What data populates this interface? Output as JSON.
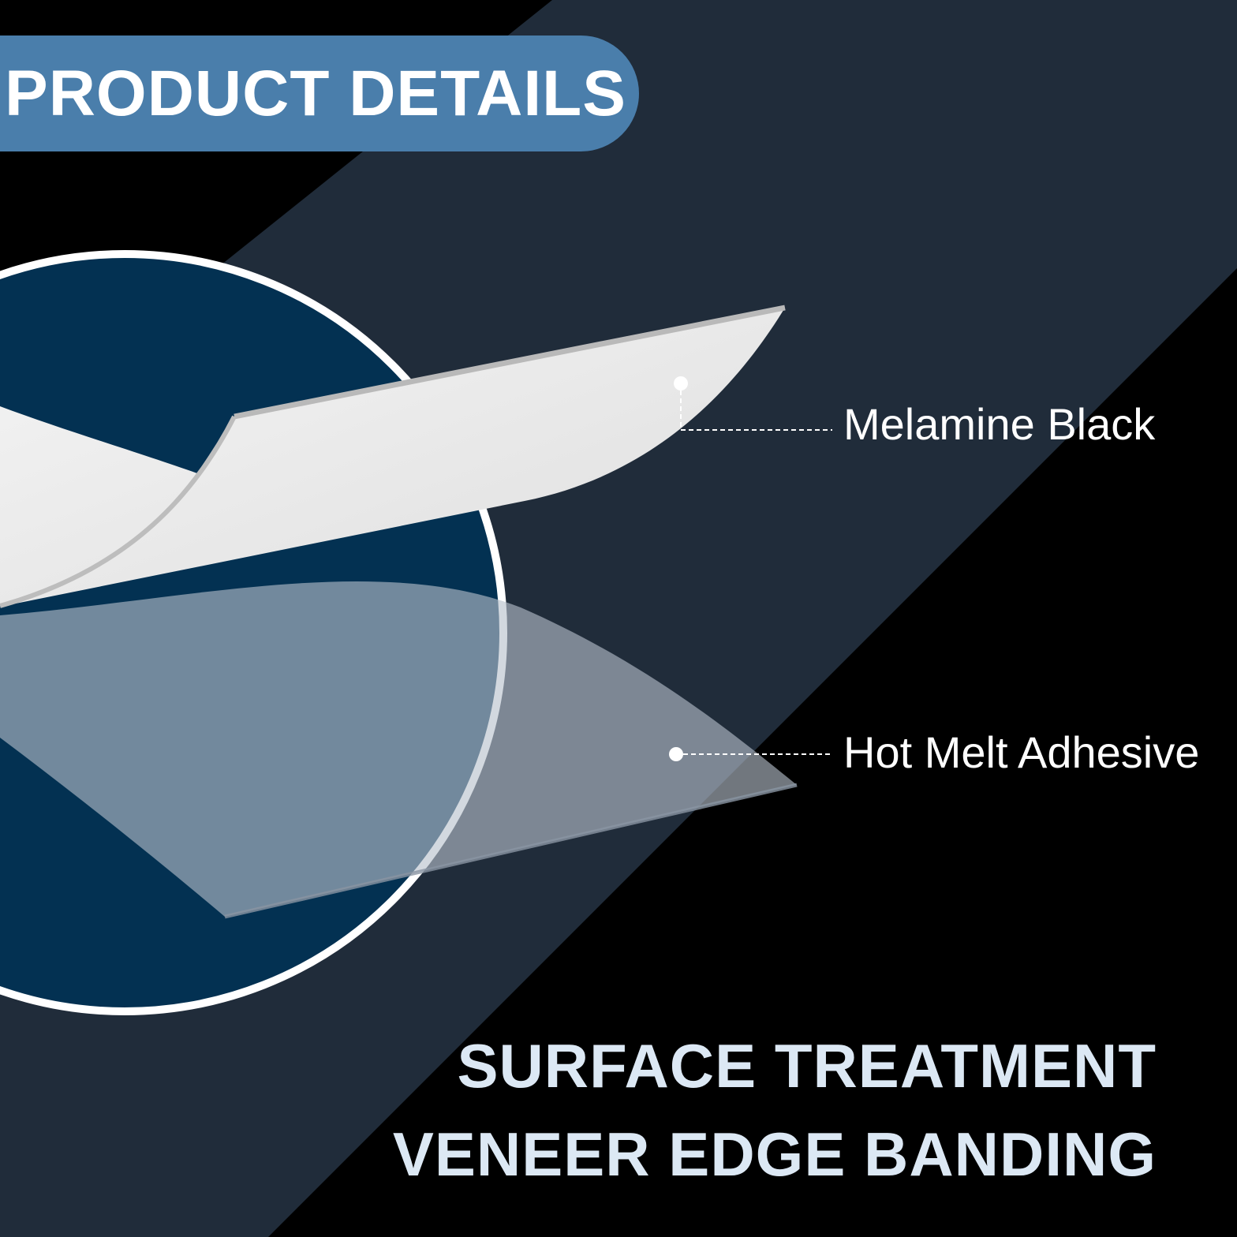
{
  "badge": {
    "label": "PRODUCT DETAILS"
  },
  "callouts": {
    "top_layer": "Melamine Black",
    "bottom_layer": "Hot Melt Adhesive"
  },
  "headline": {
    "line1": "SURFACE TREATMENT",
    "line2": "VENEER EDGE BANDING"
  },
  "colors": {
    "background": "#000000",
    "diagonal_band": "#202c3a",
    "circle_fill": "#033152",
    "circle_ring": "#ffffff",
    "badge": "#4a7eab",
    "melamine_layer": "#e8e8e8",
    "adhesive_layer": "#b6c0cc",
    "headline_text": "#dce8f4",
    "callout_text": "#ffffff"
  }
}
